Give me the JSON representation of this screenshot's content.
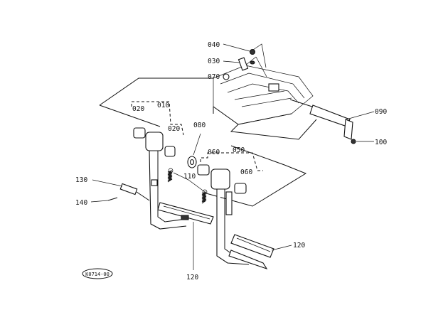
{
  "labels": {
    "p040": "040",
    "p030": "030",
    "p070": "070",
    "p090": "090",
    "p100": "100",
    "p020a": "020",
    "p010": "010",
    "p020b": "020",
    "p080": "080",
    "p060a": "060",
    "p050": "050",
    "p060b": "060",
    "p130": "130",
    "p140": "140",
    "p110": "110",
    "p120a": "120",
    "p120b": "120"
  },
  "stamp": "K0714-00"
}
